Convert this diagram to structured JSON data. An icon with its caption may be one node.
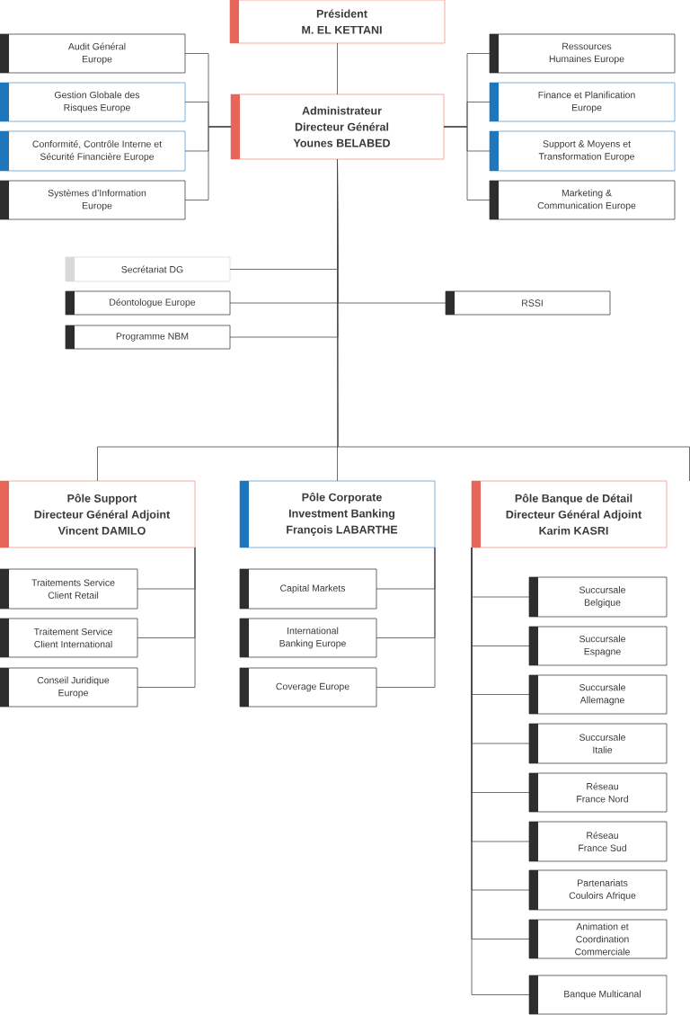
{
  "diagram": {
    "nodes": [
      {
        "text": [
          "Président",
          "M. EL KETTANI"
        ]
      },
      {
        "text": [
          "Administrateur",
          "Directeur Général",
          "Younes BELABED"
        ]
      },
      {
        "text": [
          "Audit Général Europe"
        ]
      },
      {
        "text": [
          "Gestion Globale des Risques Europe"
        ]
      },
      {
        "text": [
          "Conformité, Contrôle Interne et Sécurité Financière Europe"
        ]
      },
      {
        "text": [
          "Systèmes d’Information Europe"
        ]
      },
      {
        "text": [
          "Ressources Humaines Europe"
        ]
      },
      {
        "text": [
          "Finance et Planification Europe"
        ]
      },
      {
        "text": [
          "Support & Moyens et Transformation Europe"
        ]
      },
      {
        "text": [
          "Marketing & Communication Europe"
        ]
      },
      {
        "text": [
          "Secrétariat DG"
        ]
      },
      {
        "text": [
          "Déontologue Europe"
        ]
      },
      {
        "text": [
          "Programme NBM"
        ]
      },
      {
        "text": [
          "RSSI"
        ]
      },
      {
        "text": [
          "Pôle Support",
          "Directeur Général Adjoint",
          "Vincent DAMILO"
        ]
      },
      {
        "text": [
          "Pôle Corporate Investment Banking",
          "François LABARTHE"
        ]
      },
      {
        "text": [
          "Pôle Banque de Détail",
          "Directeur Général Adjoint",
          "Karim KASRI"
        ]
      },
      {
        "text": [
          "Traitements Service Client Retail"
        ]
      },
      {
        "text": [
          "Traitement Service Client International"
        ]
      },
      {
        "text": [
          "Conseil Juridique Europe"
        ]
      },
      {
        "text": [
          "Capital Markets"
        ]
      },
      {
        "text": [
          "International Banking Europe"
        ]
      },
      {
        "text": [
          "Coverage Europe"
        ]
      },
      {
        "text": [
          "Succursale Belgique"
        ]
      },
      {
        "text": [
          "Succursale Espagne"
        ]
      },
      {
        "text": [
          "Succursale Allemagne"
        ]
      },
      {
        "text": [
          "Succursale Italie"
        ]
      },
      {
        "text": [
          "Réseau France Nord"
        ]
      },
      {
        "text": [
          "Réseau France Sud"
        ]
      },
      {
        "text": [
          "Partenariats Couloirs Afrique"
        ]
      },
      {
        "text": [
          "Animation et Coordination Commerciale"
        ]
      },
      {
        "text": [
          "Banque Multicanal"
        ]
      }
    ],
    "edges": [
      {
        "from": 0,
        "to": 1,
        "arrow": "none"
      },
      {
        "from": 1,
        "to": 2,
        "arrow": "none"
      },
      {
        "from": 1,
        "to": 3,
        "arrow": "none"
      },
      {
        "from": 1,
        "to": 4,
        "arrow": "none"
      },
      {
        "from": 1,
        "to": 5,
        "arrow": "none"
      },
      {
        "from": 1,
        "to": 6,
        "arrow": "none"
      },
      {
        "from": 1,
        "to": 7,
        "arrow": "none"
      },
      {
        "from": 1,
        "to": 8,
        "arrow": "none"
      },
      {
        "from": 1,
        "to": 9,
        "arrow": "none"
      },
      {
        "from": 1,
        "to": 10,
        "arrow": "none"
      },
      {
        "from": 1,
        "to": 11,
        "arrow": "none"
      },
      {
        "from": 1,
        "to": 12,
        "arrow": "none"
      },
      {
        "from": 1,
        "to": 13,
        "arrow": "none"
      },
      {
        "from": 1,
        "to": 14,
        "arrow": "none"
      },
      {
        "from": 1,
        "to": 15,
        "arrow": "none"
      },
      {
        "from": 1,
        "to": null,
        "arrow": "none"
      },
      {
        "from": 14,
        "to": 17,
        "arrow": "none"
      },
      {
        "from": 14,
        "to": 18,
        "arrow": "none"
      },
      {
        "from": 14,
        "to": 19,
        "arrow": "none"
      },
      {
        "from": 15,
        "to": 20,
        "arrow": "none"
      },
      {
        "from": 15,
        "to": 21,
        "arrow": "none"
      },
      {
        "from": 15,
        "to": 22,
        "arrow": "none"
      },
      {
        "from": 16,
        "to": 23,
        "arrow": "none"
      },
      {
        "from": 16,
        "to": 24,
        "arrow": "none"
      },
      {
        "from": 16,
        "to": 25,
        "arrow": "none"
      },
      {
        "from": 16,
        "to": 26,
        "arrow": "none"
      },
      {
        "from": 16,
        "to": 27,
        "arrow": "none"
      },
      {
        "from": 16,
        "to": 28,
        "arrow": "none"
      },
      {
        "from": 16,
        "to": 29,
        "arrow": "none"
      },
      {
        "from": 16,
        "to": 30,
        "arrow": "none"
      },
      {
        "from": 16,
        "to": 31,
        "arrow": "none"
      }
    ]
  }
}
